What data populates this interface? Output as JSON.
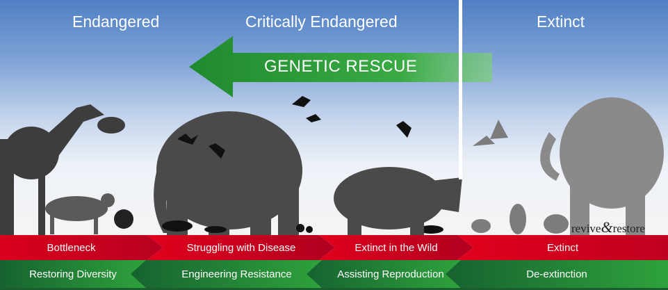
{
  "headings": {
    "endangered": "Endangered",
    "critically_endangered": "Critically Endangered",
    "extinct": "Extinct"
  },
  "arrow": {
    "label": "GENETIC RESCUE",
    "color": "#2e9a3a"
  },
  "logo": {
    "part1": "revive",
    "amp": "&",
    "part2": "restore"
  },
  "threats": [
    {
      "label": "Bottleneck"
    },
    {
      "label": "Struggling with Disease"
    },
    {
      "label": "Extinct in the Wild"
    },
    {
      "label": "Extinct"
    }
  ],
  "solutions": [
    {
      "label": "Restoring Diversity"
    },
    {
      "label": "Engineering Resistance"
    },
    {
      "label": "Assisting Reproduction"
    },
    {
      "label": "De-extinction"
    }
  ],
  "colors": {
    "red": "#d9001c",
    "green": "#1f7a32",
    "sky": "#4f7fc4"
  }
}
